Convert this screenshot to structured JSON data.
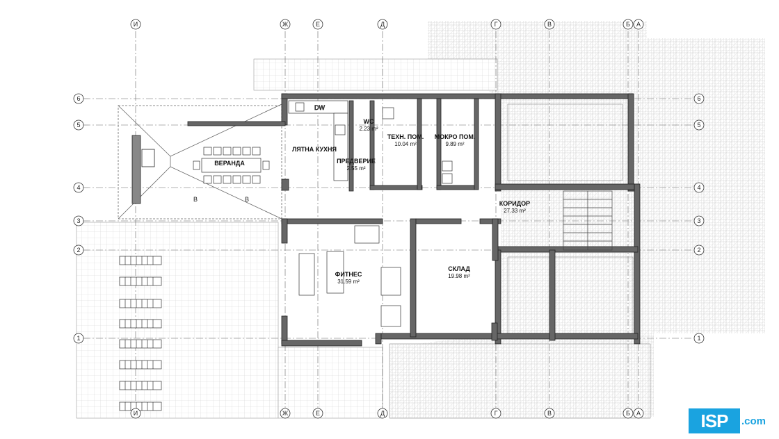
{
  "plan": {
    "rooms": [
      {
        "name": "ВЕРАНДА",
        "area": ""
      },
      {
        "name": "ЛЯТНА КУХНЯ",
        "area": ""
      },
      {
        "name": "WC",
        "area": "2.23 m²"
      },
      {
        "name": "ТЕХН. ПОМ.",
        "area": "10.04 m²"
      },
      {
        "name": "МОКРО ПОМ.",
        "area": "9.89 m²"
      },
      {
        "name": "ПРЕДВЕРИЕ",
        "area": "2.55 m²"
      },
      {
        "name": "КОРИДОР",
        "area": "27.33 m²"
      },
      {
        "name": "ФИТНЕС",
        "area": "31.59 m²"
      },
      {
        "name": "СКЛАД",
        "area": "19.98 m²"
      }
    ],
    "axes_vertical": [
      "И",
      "Ж",
      "Е",
      "Д",
      "Г",
      "В",
      "Б",
      "А"
    ],
    "axes_horizontal": [
      "6",
      "5",
      "4",
      "3",
      "2",
      "1"
    ],
    "appliance_label": "DW",
    "bed_labels": [
      "B",
      "B"
    ]
  },
  "logo": {
    "mark": "ISP",
    "suffix": ".com"
  },
  "colors": {
    "wall": "#555555",
    "line": "#444444",
    "hatch": "#bdbdbd",
    "accent": "#1aa3e0"
  }
}
